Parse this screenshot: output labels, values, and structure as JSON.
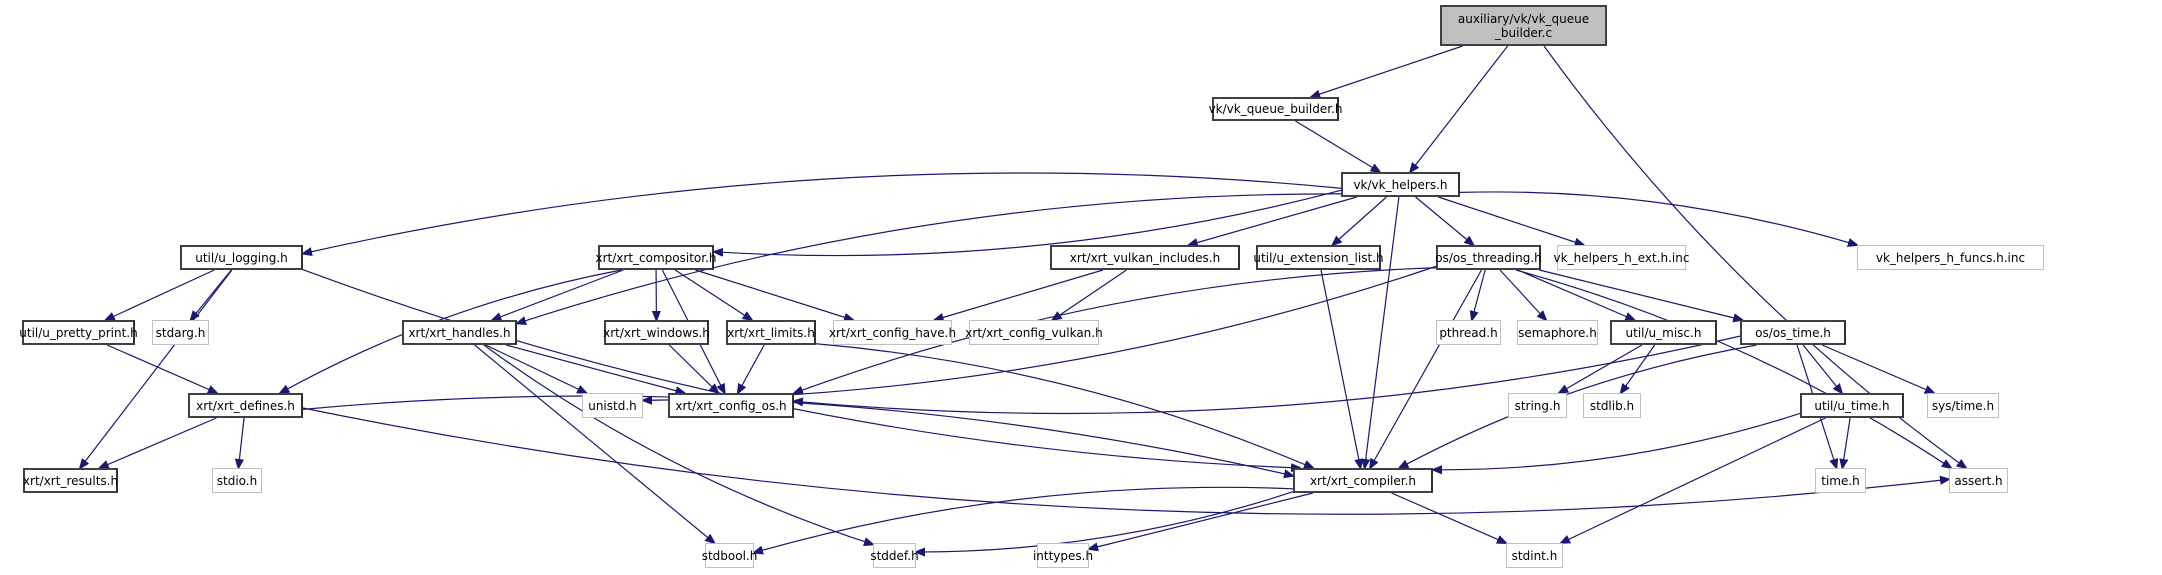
{
  "graph": {
    "title": "Include dependency graph for auxiliary/vk/vk_queue_builder.c",
    "edge_color": "#191970",
    "root_fill": "#bfbfbf",
    "documented_border": "#404040",
    "external_border": "#bfbfbf",
    "nodes": [
      {
        "id": "root",
        "label": "auxiliary/vk/vk_queue\n_builder.c",
        "kind": "root"
      },
      {
        "id": "vk_queue_builder_h",
        "label": "vk/vk_queue_builder.h",
        "kind": "doc"
      },
      {
        "id": "vk_helpers_h",
        "label": "vk/vk_helpers.h",
        "kind": "doc"
      },
      {
        "id": "u_logging_h",
        "label": "util/u_logging.h",
        "kind": "doc"
      },
      {
        "id": "xrt_compositor_h",
        "label": "xrt/xrt_compositor.h",
        "kind": "doc"
      },
      {
        "id": "xrt_vulkan_includes_h",
        "label": "xrt/xrt_vulkan_includes.h",
        "kind": "doc"
      },
      {
        "id": "u_extension_list_h",
        "label": "util/u_extension_list.h",
        "kind": "doc"
      },
      {
        "id": "os_threading_h",
        "label": "os/os_threading.h",
        "kind": "doc"
      },
      {
        "id": "vk_helpers_h_ext_h_inc",
        "label": "vk_helpers_h_ext.h.inc",
        "kind": "ext"
      },
      {
        "id": "vk_helpers_h_funcs_h_inc",
        "label": "vk_helpers_h_funcs.h.inc",
        "kind": "ext"
      },
      {
        "id": "u_pretty_print_h",
        "label": "util/u_pretty_print.h",
        "kind": "doc"
      },
      {
        "id": "stdarg_h",
        "label": "stdarg.h",
        "kind": "ext"
      },
      {
        "id": "xrt_handles_h",
        "label": "xrt/xrt_handles.h",
        "kind": "doc"
      },
      {
        "id": "xrt_windows_h",
        "label": "xrt/xrt_windows.h",
        "kind": "doc"
      },
      {
        "id": "xrt_limits_h",
        "label": "xrt/xrt_limits.h",
        "kind": "doc"
      },
      {
        "id": "xrt_config_have_h",
        "label": "xrt/xrt_config_have.h",
        "kind": "ext"
      },
      {
        "id": "xrt_config_vulkan_h",
        "label": "xrt/xrt_config_vulkan.h",
        "kind": "ext"
      },
      {
        "id": "pthread_h",
        "label": "pthread.h",
        "kind": "ext"
      },
      {
        "id": "semaphore_h",
        "label": "semaphore.h",
        "kind": "ext"
      },
      {
        "id": "u_misc_h",
        "label": "util/u_misc.h",
        "kind": "doc"
      },
      {
        "id": "os_time_h",
        "label": "os/os_time.h",
        "kind": "doc"
      },
      {
        "id": "xrt_defines_h",
        "label": "xrt/xrt_defines.h",
        "kind": "doc"
      },
      {
        "id": "unistd_h",
        "label": "unistd.h",
        "kind": "ext"
      },
      {
        "id": "xrt_config_os_h",
        "label": "xrt/xrt_config_os.h",
        "kind": "doc"
      },
      {
        "id": "string_h",
        "label": "string.h",
        "kind": "ext"
      },
      {
        "id": "stdlib_h",
        "label": "stdlib.h",
        "kind": "ext"
      },
      {
        "id": "u_time_h",
        "label": "util/u_time.h",
        "kind": "doc"
      },
      {
        "id": "sys_time_h",
        "label": "sys/time.h",
        "kind": "ext"
      },
      {
        "id": "xrt_results_h",
        "label": "xrt/xrt_results.h",
        "kind": "doc"
      },
      {
        "id": "stdio_h",
        "label": "stdio.h",
        "kind": "ext"
      },
      {
        "id": "xrt_compiler_h",
        "label": "xrt/xrt_compiler.h",
        "kind": "doc"
      },
      {
        "id": "time_h",
        "label": "time.h",
        "kind": "ext"
      },
      {
        "id": "assert_h",
        "label": "assert.h",
        "kind": "ext"
      },
      {
        "id": "stdbool_h",
        "label": "stdbool.h",
        "kind": "ext"
      },
      {
        "id": "stddef_h",
        "label": "stddef.h",
        "kind": "ext"
      },
      {
        "id": "inttypes_h",
        "label": "inttypes.h",
        "kind": "ext"
      },
      {
        "id": "stdint_h",
        "label": "stdint.h",
        "kind": "ext"
      }
    ],
    "edges": [
      [
        "root",
        "vk_queue_builder_h"
      ],
      [
        "root",
        "vk_helpers_h"
      ],
      [
        "root",
        "assert_h"
      ],
      [
        "vk_queue_builder_h",
        "vk_helpers_h"
      ],
      [
        "vk_helpers_h",
        "u_logging_h"
      ],
      [
        "vk_helpers_h",
        "xrt_compositor_h"
      ],
      [
        "vk_helpers_h",
        "xrt_handles_h"
      ],
      [
        "vk_helpers_h",
        "xrt_vulkan_includes_h"
      ],
      [
        "vk_helpers_h",
        "u_extension_list_h"
      ],
      [
        "vk_helpers_h",
        "os_threading_h"
      ],
      [
        "vk_helpers_h",
        "vk_helpers_h_ext_h_inc"
      ],
      [
        "vk_helpers_h",
        "vk_helpers_h_funcs_h_inc"
      ],
      [
        "vk_helpers_h",
        "xrt_compiler_h"
      ],
      [
        "u_logging_h",
        "u_pretty_print_h"
      ],
      [
        "u_logging_h",
        "stdarg_h"
      ],
      [
        "u_logging_h",
        "xrt_results_h"
      ],
      [
        "u_logging_h",
        "xrt_compiler_h"
      ],
      [
        "u_pretty_print_h",
        "xrt_defines_h"
      ],
      [
        "xrt_compositor_h",
        "xrt_defines_h"
      ],
      [
        "xrt_compositor_h",
        "xrt_handles_h"
      ],
      [
        "xrt_compositor_h",
        "xrt_windows_h"
      ],
      [
        "xrt_compositor_h",
        "xrt_limits_h"
      ],
      [
        "xrt_compositor_h",
        "xrt_config_have_h"
      ],
      [
        "xrt_compositor_h",
        "xrt_config_os_h"
      ],
      [
        "xrt_vulkan_includes_h",
        "xrt_config_have_h"
      ],
      [
        "xrt_vulkan_includes_h",
        "xrt_config_vulkan_h"
      ],
      [
        "u_extension_list_h",
        "xrt_compiler_h"
      ],
      [
        "os_threading_h",
        "pthread_h"
      ],
      [
        "os_threading_h",
        "semaphore_h"
      ],
      [
        "os_threading_h",
        "u_misc_h"
      ],
      [
        "os_threading_h",
        "os_time_h"
      ],
      [
        "os_threading_h",
        "assert_h"
      ],
      [
        "os_threading_h",
        "xrt_config_os_h"
      ],
      [
        "os_threading_h",
        "unistd_h"
      ],
      [
        "os_threading_h",
        "xrt_compiler_h"
      ],
      [
        "xrt_handles_h",
        "xrt_config_os_h"
      ],
      [
        "xrt_handles_h",
        "unistd_h"
      ],
      [
        "xrt_handles_h",
        "stdbool_h"
      ],
      [
        "xrt_handles_h",
        "stddef_h"
      ],
      [
        "xrt_windows_h",
        "xrt_config_os_h"
      ],
      [
        "xrt_limits_h",
        "xrt_config_os_h"
      ],
      [
        "xrt_limits_h",
        "xrt_compiler_h"
      ],
      [
        "u_misc_h",
        "string_h"
      ],
      [
        "u_misc_h",
        "stdlib_h"
      ],
      [
        "os_time_h",
        "u_time_h"
      ],
      [
        "os_time_h",
        "sys_time_h"
      ],
      [
        "os_time_h",
        "time_h"
      ],
      [
        "os_time_h",
        "xrt_config_os_h"
      ],
      [
        "os_time_h",
        "xrt_compiler_h"
      ],
      [
        "xrt_defines_h",
        "xrt_results_h"
      ],
      [
        "xrt_defines_h",
        "stdio_h"
      ],
      [
        "xrt_defines_h",
        "xrt_compiler_h"
      ],
      [
        "xrt_defines_h",
        "assert_h"
      ],
      [
        "u_time_h",
        "time_h"
      ],
      [
        "u_time_h",
        "stdint_h"
      ],
      [
        "u_time_h",
        "xrt_compiler_h"
      ],
      [
        "xrt_compiler_h",
        "stdbool_h"
      ],
      [
        "xrt_compiler_h",
        "stddef_h"
      ],
      [
        "xrt_compiler_h",
        "inttypes_h"
      ],
      [
        "xrt_compiler_h",
        "stdint_h"
      ]
    ]
  }
}
